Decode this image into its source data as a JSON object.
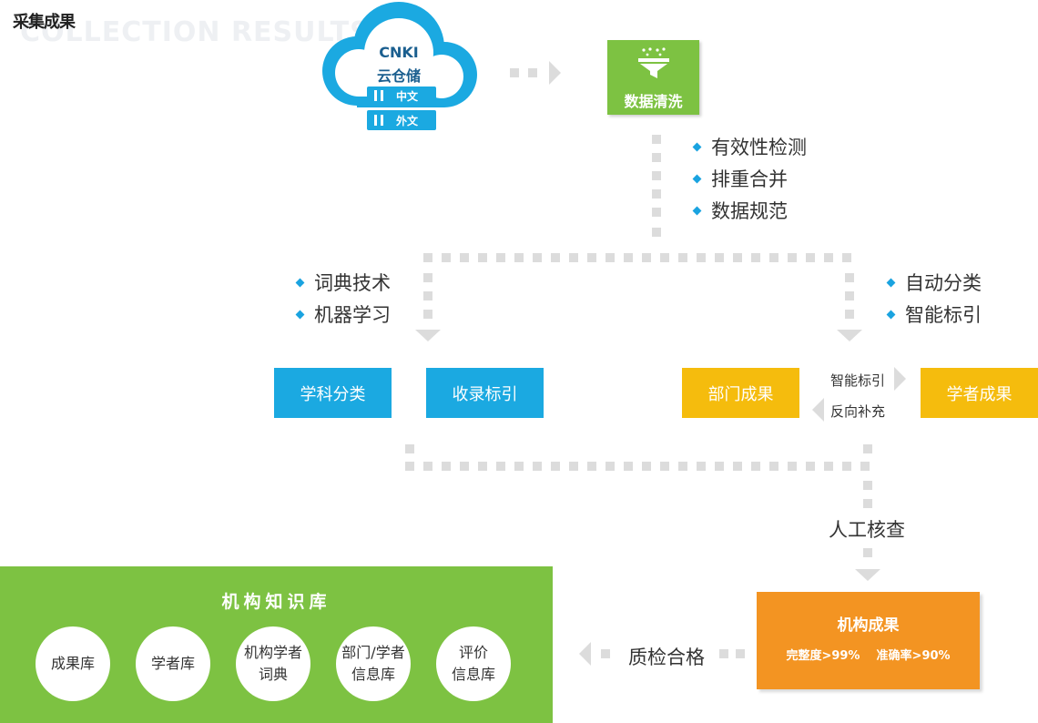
{
  "header": {
    "title_cn": "采集成果",
    "title_en": "COLLECTION RESULTS"
  },
  "cloud": {
    "line1": "CNKI",
    "line2": "云仓储",
    "tag_cn": "中文",
    "tag_foreign": "外文"
  },
  "cleaning": {
    "label": "数据清洗"
  },
  "cleaning_steps": [
    "有效性检测",
    "排重合并",
    "数据规范"
  ],
  "left_tech": [
    "词典技术",
    "机器学习"
  ],
  "right_tech": [
    "自动分类",
    "智能标引"
  ],
  "boxes": {
    "subject_class": "学科分类",
    "index_collect": "收录标引",
    "dept_results": "部门成果",
    "scholar_results": "学者成果"
  },
  "arrows": {
    "smart_index": "智能标引",
    "reverse_fill": "反向补充"
  },
  "manual_check": "人工核查",
  "org_results": {
    "title": "机构成果",
    "stats": "完整度>99%    准确率>90%"
  },
  "qc_pass": "质检合格",
  "kb": {
    "title": "机构知识库",
    "items": [
      {
        "line1": "成果库",
        "line2": ""
      },
      {
        "line1": "学者库",
        "line2": ""
      },
      {
        "line1": "机构学者",
        "line2": "词典"
      },
      {
        "line1": "部门/学者",
        "line2": "信息库"
      },
      {
        "line1": "评价",
        "line2": "信息库"
      }
    ]
  },
  "colors": {
    "blue": "#1ba9e1",
    "green": "#7dc242",
    "yellow": "#f5bc0d",
    "orange": "#f39422",
    "dot": "#dcdcdc"
  }
}
